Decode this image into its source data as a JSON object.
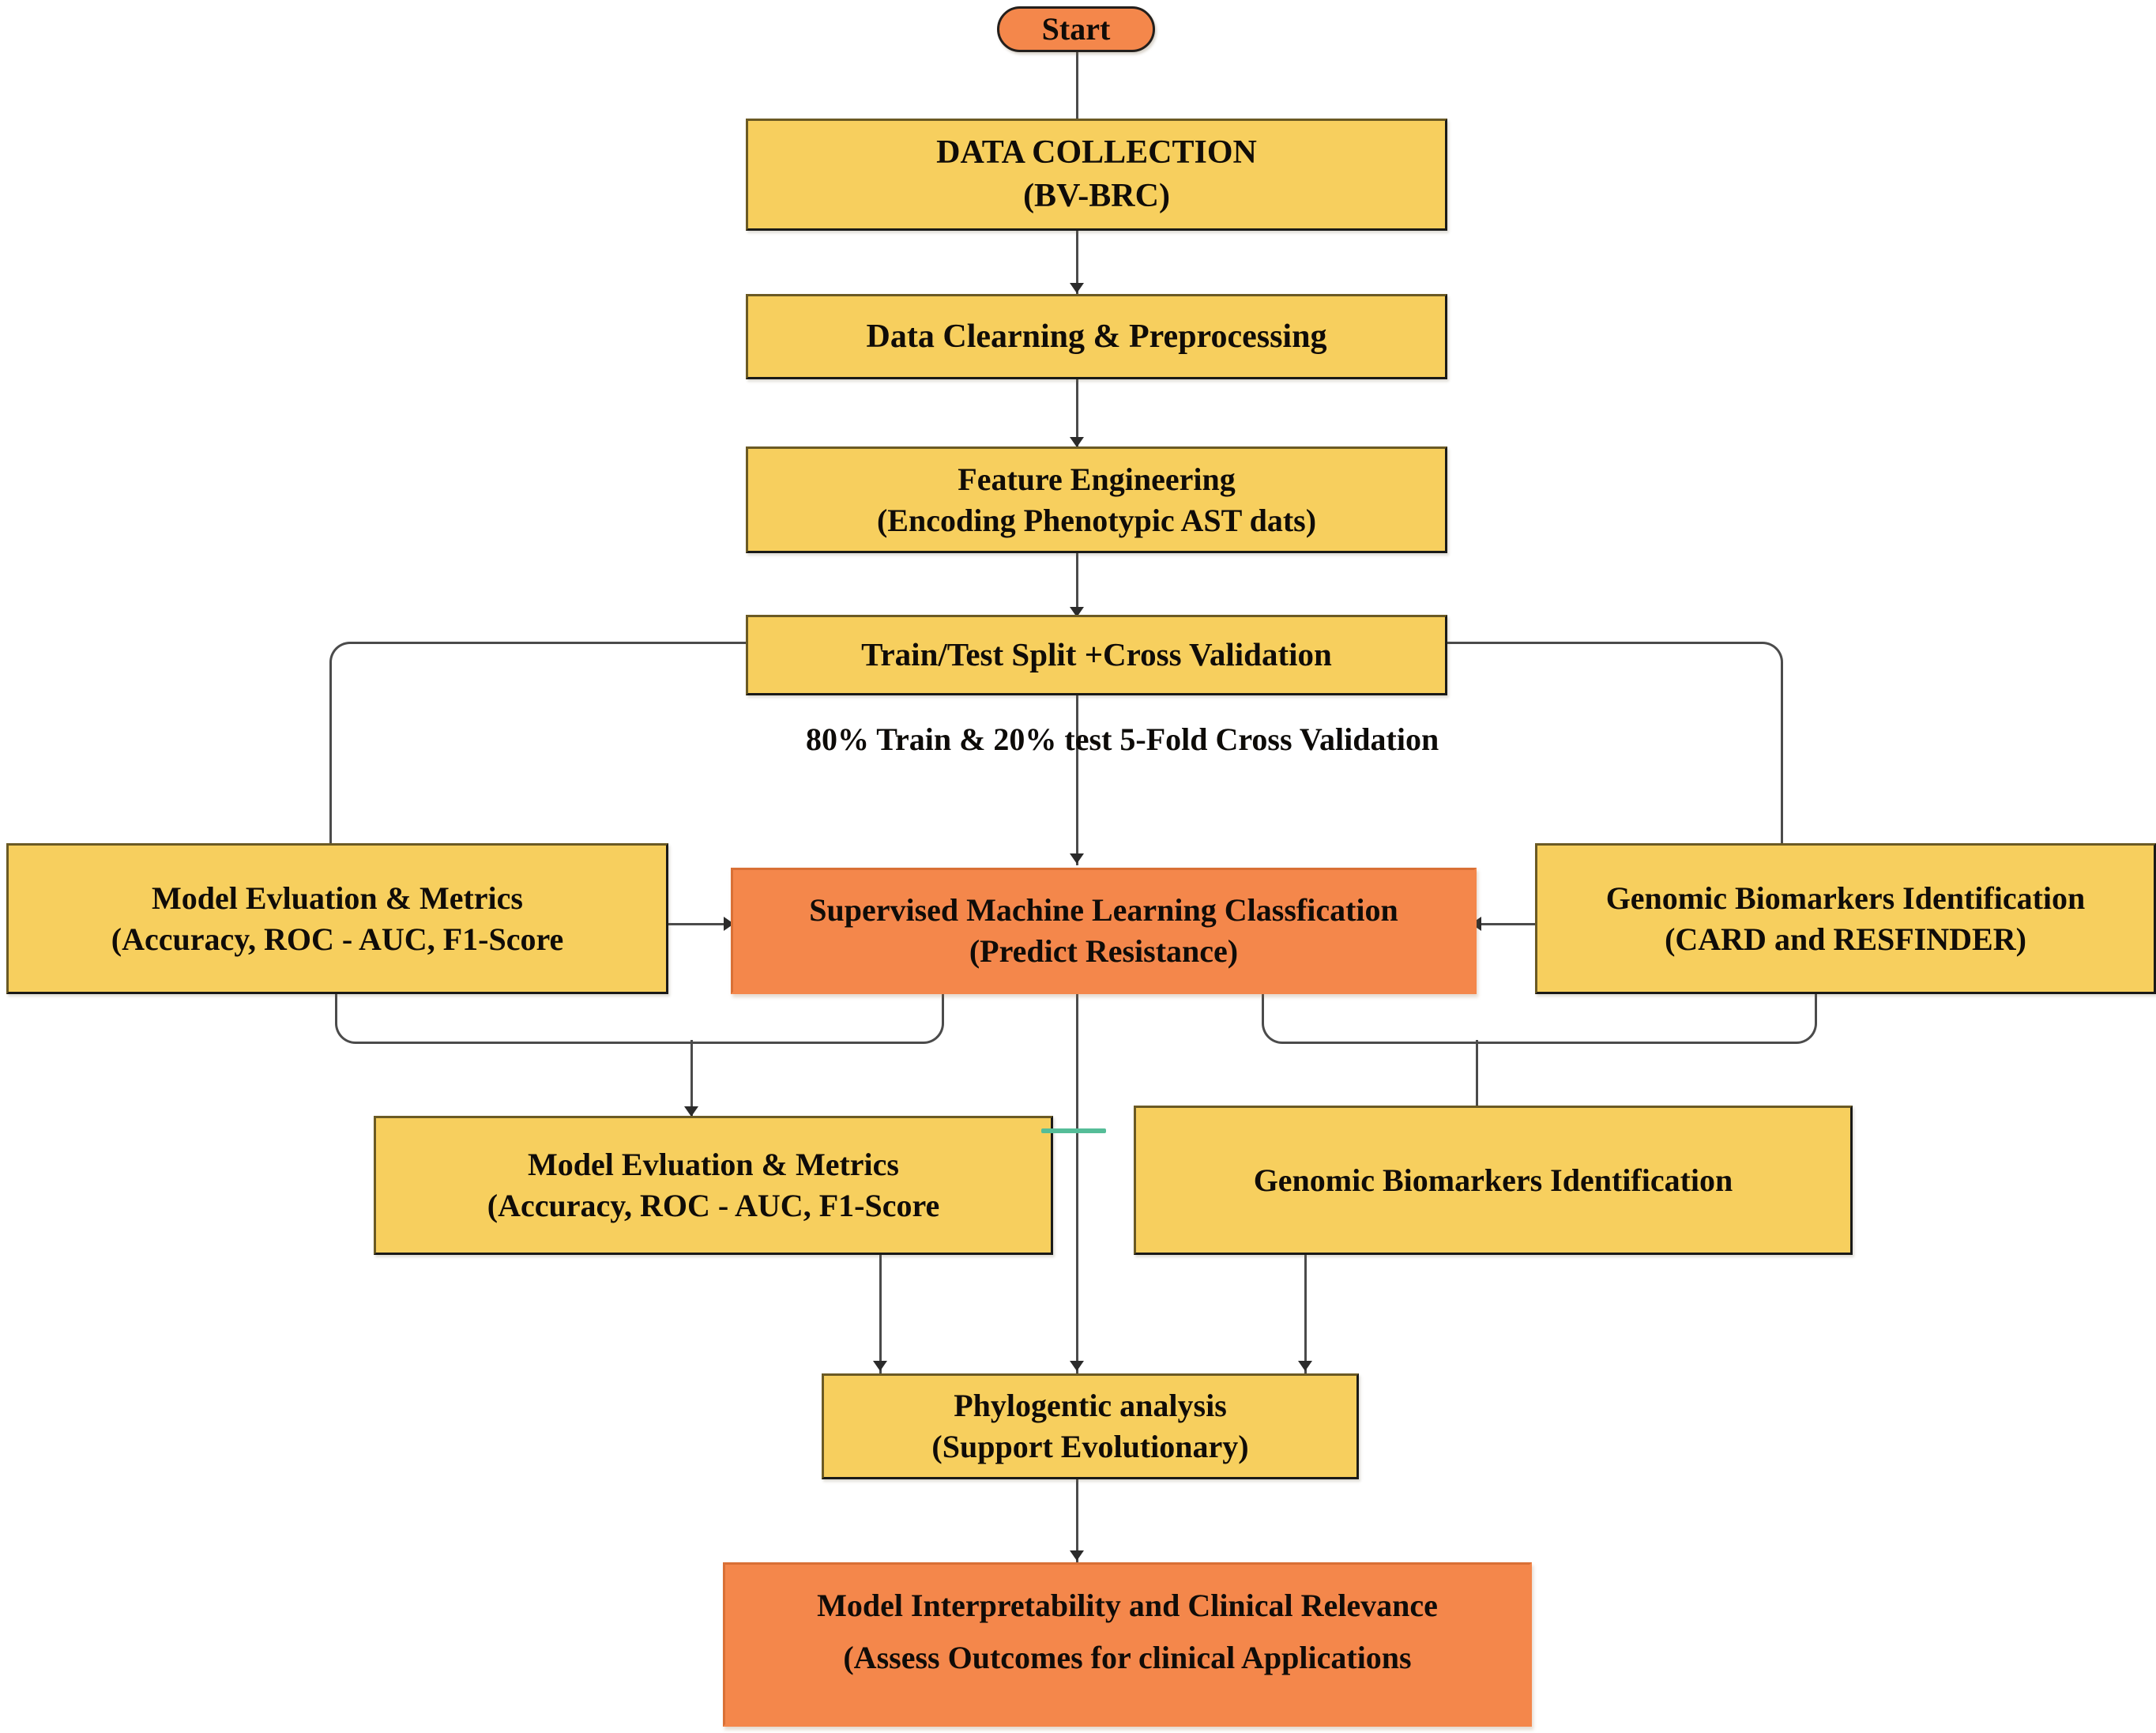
{
  "diagram": {
    "title": "Machine Learning Workflow for Antimicrobial Resistance Prediction",
    "colors": {
      "node_fill": "#f7cf5e",
      "accent_fill": "#f4874b",
      "border": "#1a1a18",
      "connector": "#4b4b4b",
      "teal_marker": "#55bd98",
      "background": "#ffffff"
    },
    "nodes": {
      "start": {
        "label": "Start",
        "shape": "pill",
        "fill": "accent"
      },
      "data_collection": {
        "line1": "DATA COLLECTION",
        "line2": "(BV-BRC)",
        "shape": "rect",
        "fill": "yellow"
      },
      "data_cleaning": {
        "line1": "Data Clearning & Preprocessing",
        "shape": "rect",
        "fill": "yellow"
      },
      "feature_engineering": {
        "line1": "Feature Engineering",
        "line2": "(Encoding Phenotypic AST dats)",
        "shape": "rect",
        "fill": "yellow"
      },
      "train_test_split": {
        "line1": "Train/Test Split +Cross Validation",
        "shape": "rect",
        "fill": "yellow"
      },
      "model_eval_left": {
        "line1": "Model Evluation & Metrics",
        "line2": "(Accuracy, ROC - AUC, F1-Score",
        "shape": "rect",
        "fill": "yellow"
      },
      "supervised_ml": {
        "line1": "Supervised Machine Learning Classfication",
        "line2": "(Predict Resistance)",
        "shape": "rect",
        "fill": "accent"
      },
      "genomic_right": {
        "line1": "Genomic Biomarkers Identification",
        "line2": "(CARD  and RESFINDER)",
        "shape": "rect",
        "fill": "yellow"
      },
      "model_eval_lower": {
        "line1": "Model Evluation & Metrics",
        "line2": "(Accuracy, ROC - AUC, F1-Score",
        "shape": "rect",
        "fill": "yellow"
      },
      "genomic_lower": {
        "line1": "Genomic Biomarkers Identification",
        "shape": "rect",
        "fill": "yellow"
      },
      "phylogenetic": {
        "line1": "Phylogentic analysis",
        "line2": "(Support Evolutionary)",
        "shape": "rect",
        "fill": "yellow"
      },
      "interpretability": {
        "line1": "Model Interpretability and Clinical Relevance",
        "line2": "(Assess Outcomes for clinical Applications",
        "shape": "rect",
        "fill": "accent"
      }
    },
    "annotations": {
      "split_note": {
        "line1": "80% Train & 20%  test",
        "line2": "5-Fold Cross Validation"
      }
    }
  }
}
